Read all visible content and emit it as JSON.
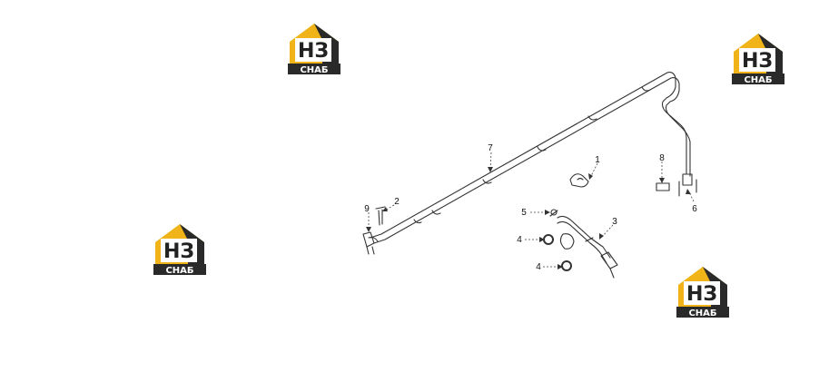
{
  "watermark": {
    "main": "НЗ",
    "sub": "СНАБ",
    "colors": {
      "accent": "#f0b419",
      "dark": "#2a2a2a",
      "text_main": "#222222",
      "text_sub": "#ffffff"
    }
  },
  "callouts": {
    "c1": "1",
    "c2": "2",
    "c3": "3",
    "c4a": "4",
    "c4b": "4",
    "c5": "5",
    "c6": "6",
    "c7": "7",
    "c8": "8",
    "c9": "9"
  }
}
